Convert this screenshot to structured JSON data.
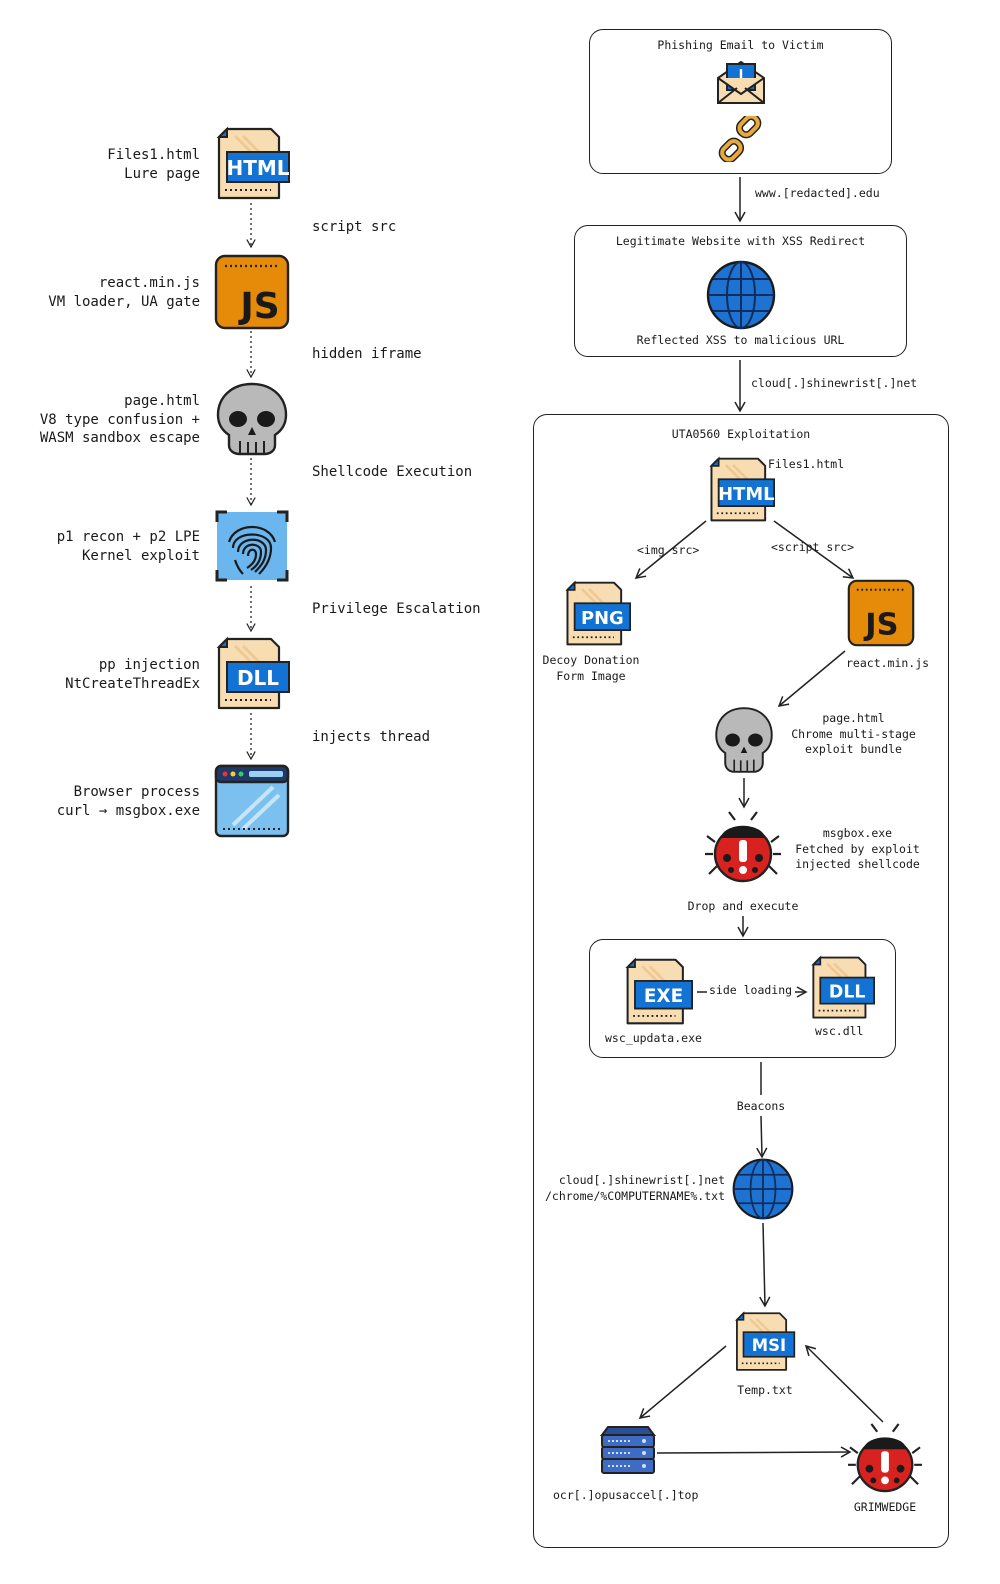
{
  "left_chain": {
    "nodes": [
      {
        "lines": [
          "Files1.html",
          "Lure page"
        ],
        "badge": "HTML"
      },
      {
        "lines": [
          "react.min.js",
          "VM loader, UA gate"
        ],
        "badge": "JS"
      },
      {
        "lines": [
          "page.html",
          "V8 type confusion +",
          "WASM sandbox escape"
        ]
      },
      {
        "lines": [
          "p1 recon + p2 LPE",
          "Kernel exploit"
        ]
      },
      {
        "lines": [
          "pp injection",
          "NtCreateThreadEx"
        ],
        "badge": "DLL"
      },
      {
        "lines": [
          "Browser process",
          "curl → msgbox.exe"
        ]
      }
    ],
    "edges": [
      "script src",
      "hidden iframe",
      "Shellcode Execution",
      "Privilege Escalation",
      "injects thread"
    ]
  },
  "right_flow": {
    "phishing": {
      "title": "Phishing Email to Victim"
    },
    "edge_domain": "www.[redacted].edu",
    "xss": {
      "title": "Legitimate Website with XSS Redirect",
      "caption": "Reflected XSS to malicious URL"
    },
    "edge_cloud": "cloud[.]shinewrist[.]net",
    "exploitation": {
      "title": "UTA0560 Exploitation",
      "files1": {
        "label": "Files1.html",
        "badge": "HTML"
      },
      "edge_img": "<img src>",
      "edge_script": "<script src>",
      "png": {
        "badge": "PNG",
        "lines": [
          "Decoy Donation",
          "Form Image"
        ]
      },
      "js": {
        "badge": "JS",
        "label": "react.min.js"
      },
      "page": {
        "lines": [
          "page.html",
          "Chrome multi-stage",
          "exploit bundle"
        ]
      },
      "msgbox": {
        "lines": [
          "msgbox.exe",
          "Fetched by exploit",
          "injected shellcode"
        ]
      },
      "edge_drop": "Drop and execute",
      "exe": {
        "badge": "EXE",
        "label": "wsc_updata.exe"
      },
      "edge_side": "side loading",
      "dll": {
        "badge": "DLL",
        "label": "wsc.dll"
      },
      "edge_beacons": "Beacons",
      "c2": {
        "lines": [
          "cloud[.]shinewrist[.]net",
          "/chrome/%COMPUTERNAME%.txt"
        ]
      },
      "msi": {
        "badge": "MSI",
        "label": "Temp.txt"
      },
      "server": {
        "label": "ocr[.]opusaccel[.]top"
      },
      "grimwedge": {
        "label": "GRIMWEDGE"
      }
    }
  },
  "colors": {
    "badge_blue": "#1273d4",
    "js_orange": "#e68a0a",
    "doc_tan": "#f8ddb3",
    "bug_red": "#d8221f",
    "globe_blue": "#1e72d1"
  }
}
